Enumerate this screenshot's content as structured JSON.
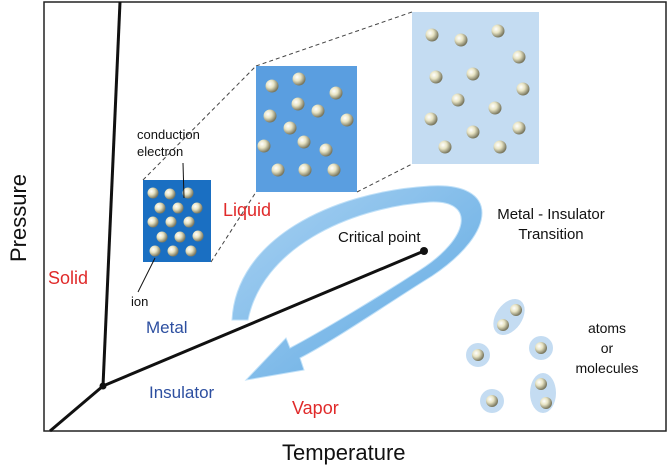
{
  "axes": {
    "y_label": "Pressure",
    "x_label": "Temperature"
  },
  "phases": {
    "solid": "Solid",
    "liquid": "Liquid",
    "vapor": "Vapor"
  },
  "states": {
    "metal": "Metal",
    "insulator": "Insulator"
  },
  "critical_point": "Critical point",
  "transition": {
    "line1": "Metal - Insulator",
    "line2": "Transition"
  },
  "annotations": {
    "conduction1": "conduction",
    "conduction2": "electron",
    "ion": "ion"
  },
  "gas_particles": {
    "line1": "atoms",
    "line2": "or",
    "line3": "molecules"
  },
  "colors": {
    "phase_label": "#e02a2a",
    "state_label": "#2d4fa0",
    "arrow": "#7ab8e6",
    "solid_box": "#1a6fc2",
    "liquid_box": "#5a9ee0",
    "vapor_box": "#c4dcf2"
  }
}
